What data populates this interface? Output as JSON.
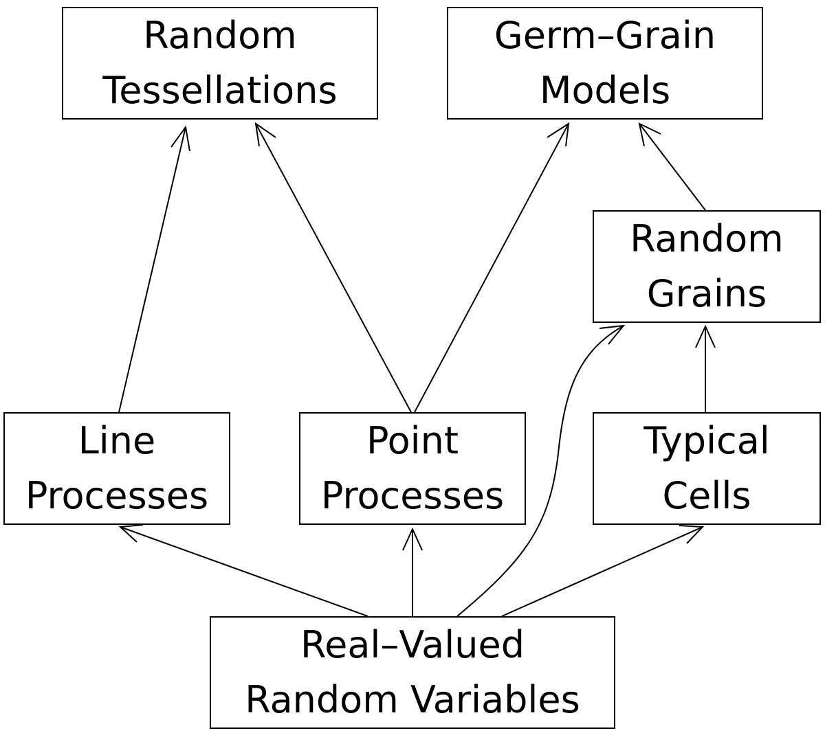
{
  "diagram": {
    "nodes": {
      "random_tessellations": {
        "line1": "Random",
        "line2": "Tessellations"
      },
      "germ_grain_models": {
        "line1": "Germ–Grain",
        "line2": "Models"
      },
      "random_grains": {
        "line1": "Random",
        "line2": "Grains"
      },
      "line_processes": {
        "line1": "Line",
        "line2": "Processes"
      },
      "point_processes": {
        "line1": "Point",
        "line2": "Processes"
      },
      "typical_cells": {
        "line1": "Typical",
        "line2": "Cells"
      },
      "real_valued_random_variables": {
        "line1": "Real–Valued",
        "line2": "Random Variables"
      }
    },
    "edges": [
      {
        "from": "line_processes",
        "to": "random_tessellations"
      },
      {
        "from": "point_processes",
        "to": "random_tessellations"
      },
      {
        "from": "point_processes",
        "to": "germ_grain_models"
      },
      {
        "from": "random_grains",
        "to": "germ_grain_models"
      },
      {
        "from": "typical_cells",
        "to": "random_grains"
      },
      {
        "from": "real_valued_random_variables",
        "to": "line_processes"
      },
      {
        "from": "real_valued_random_variables",
        "to": "point_processes"
      },
      {
        "from": "real_valued_random_variables",
        "to": "random_grains"
      },
      {
        "from": "real_valued_random_variables",
        "to": "typical_cells"
      }
    ],
    "colors": {
      "stroke": "#000000",
      "background": "#ffffff"
    }
  }
}
